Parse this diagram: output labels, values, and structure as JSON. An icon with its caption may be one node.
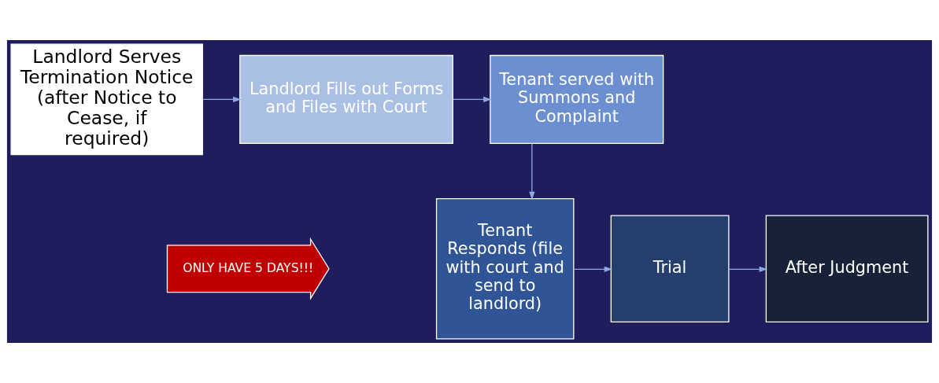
{
  "diagram": {
    "nodes": [
      {
        "text": [
          "Landlord Serves Termination Notice (after Notice to Cease, if required)"
        ]
      },
      {
        "text": [
          "Landlord Fills out Forms and Files with Court"
        ]
      },
      {
        "text": [
          "Tenant served with Summons and Complaint"
        ]
      },
      {
        "text": [
          "ONLY HAVE 5 DAYS!!!"
        ]
      },
      {
        "text": [
          "Tenant Responds (file with court and send to landlord)"
        ]
      },
      {
        "text": [
          "Trial"
        ]
      },
      {
        "text": [
          "After Judgment"
        ]
      }
    ],
    "edges": [
      {
        "from": 0,
        "to": 1,
        "arrow": "to"
      },
      {
        "from": 1,
        "to": 2,
        "arrow": "to"
      },
      {
        "from": 2,
        "to": 4,
        "arrow": "to"
      },
      {
        "from": 4,
        "to": 5,
        "arrow": "to"
      },
      {
        "from": 5,
        "to": 6,
        "arrow": "to"
      }
    ]
  }
}
